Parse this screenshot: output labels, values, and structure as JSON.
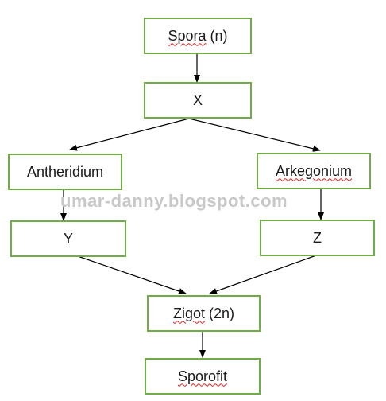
{
  "nodes": {
    "spora": {
      "prefix": "Spora",
      "suffix": " (n)"
    },
    "x": {
      "label": "X"
    },
    "antheridium": {
      "label": "Antheridium"
    },
    "arkegonium": {
      "label": "Arkegonium"
    },
    "y": {
      "label": "Y"
    },
    "z": {
      "label": "Z"
    },
    "zigot": {
      "prefix": "Zigot",
      "suffix": " (2n)"
    },
    "sporofit": {
      "label": "Sporofit"
    }
  },
  "edges": [
    {
      "from": "spora",
      "to": "x"
    },
    {
      "from": "x",
      "to": "antheridium"
    },
    {
      "from": "x",
      "to": "arkegonium"
    },
    {
      "from": "antheridium",
      "to": "y"
    },
    {
      "from": "arkegonium",
      "to": "z"
    },
    {
      "from": "y",
      "to": "zigot"
    },
    {
      "from": "z",
      "to": "zigot"
    },
    {
      "from": "zigot",
      "to": "sporofit"
    }
  ],
  "watermark": "umar-danny.blogspot.com",
  "colors": {
    "box_border": "#70ad47",
    "arrow": "#000000",
    "spellcheck_underline": "#e02020",
    "watermark": "#c8c8c8"
  }
}
